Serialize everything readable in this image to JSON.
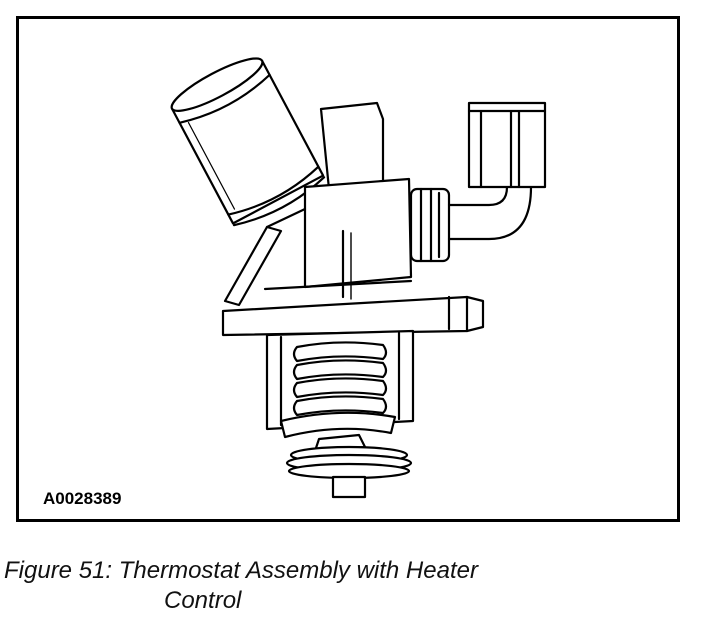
{
  "figure": {
    "id": "A0028389",
    "caption_line1": "Figure 51: Thermostat Assembly with Heater",
    "caption_line2": "Control"
  }
}
